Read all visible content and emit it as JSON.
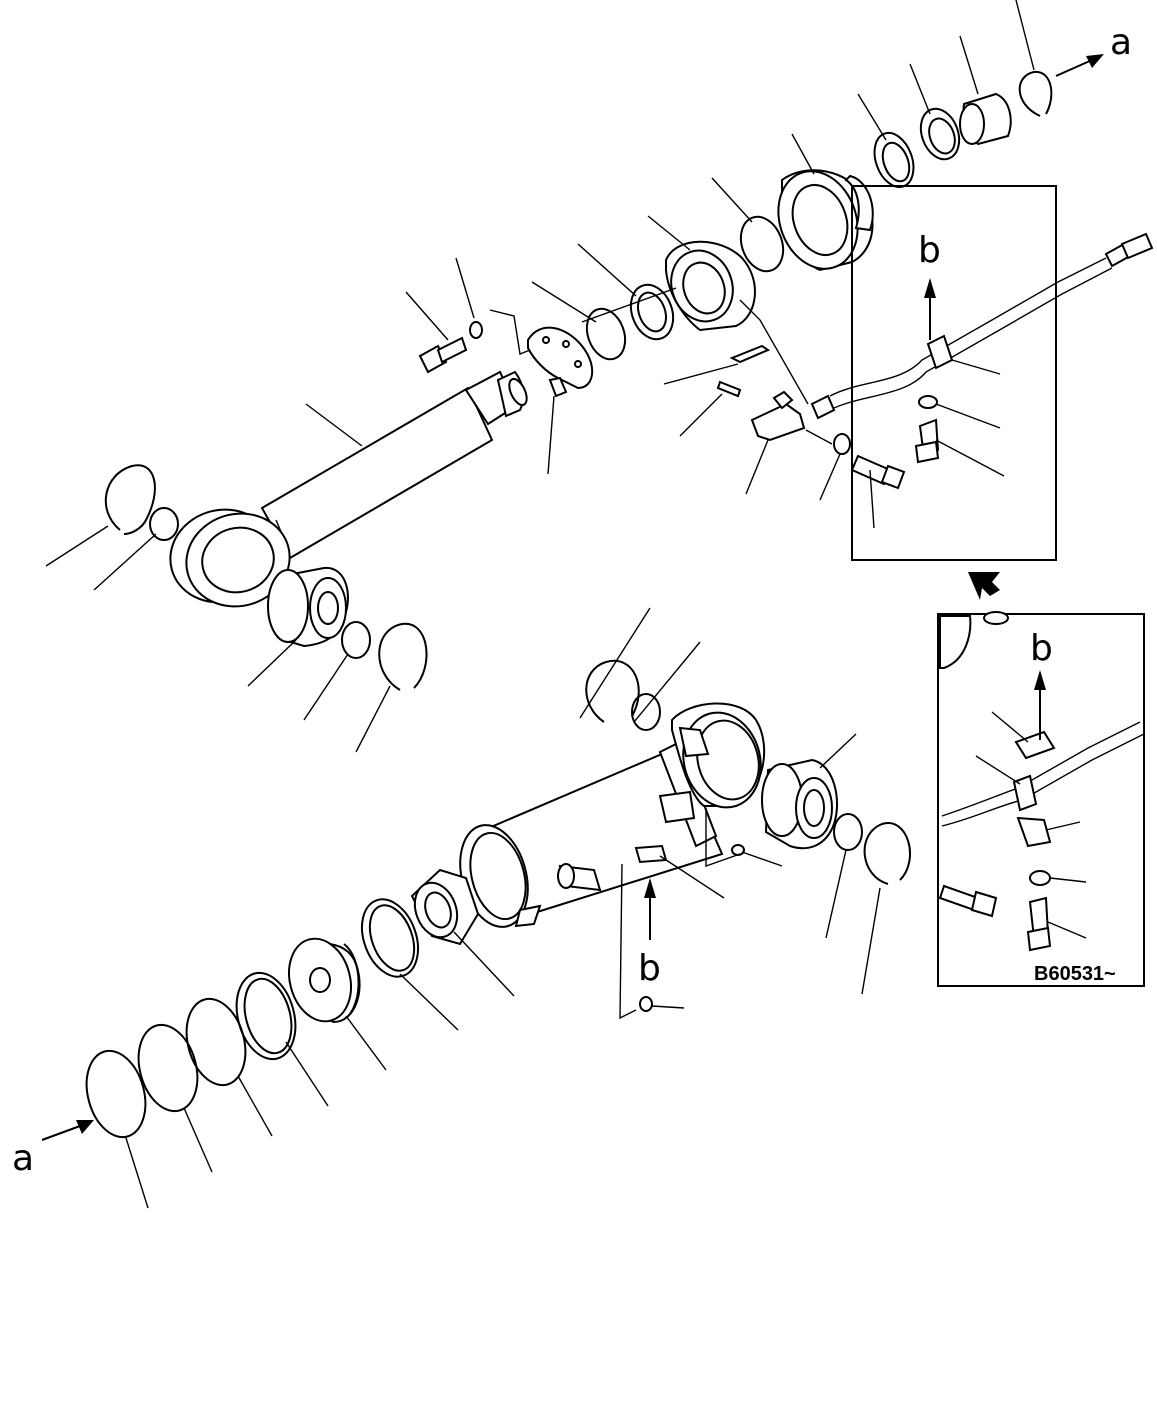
{
  "labels": {
    "a_top": "a",
    "a_bottom": "a",
    "b_main": "b",
    "b_bottom": "b",
    "b_detail": "b"
  },
  "drawing_code": "B60531~"
}
